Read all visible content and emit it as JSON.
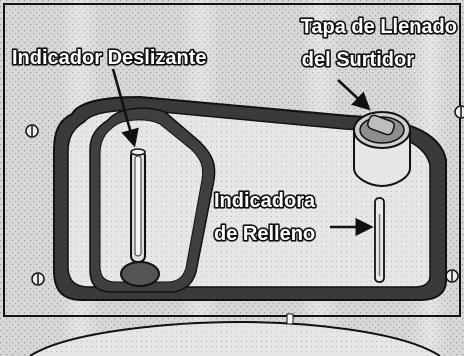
{
  "labels": {
    "slide_indicator": "Indicador Deslizante",
    "fill_cap_line1": "Tapa de Llenado",
    "fill_cap_line2": "del Surtidor",
    "fill_indicator_line1": "Indicadora",
    "fill_indicator_line2": "de Relleno"
  },
  "colors": {
    "background": "#dcdcdc",
    "outline": "#111111",
    "label_fill": "#ffffff",
    "tray_band": "#3a3a3a",
    "tray_face": "#e2e2e2",
    "marker_oval": "#555555"
  }
}
